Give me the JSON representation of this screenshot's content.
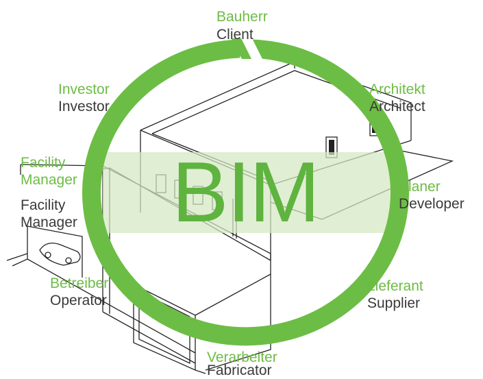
{
  "center_label": "BIM",
  "colors": {
    "ring": "#6cbd45",
    "german_text": "#6dbb45",
    "english_text": "#3a3a3a",
    "band": "#d9ebcb",
    "drawing": "#222222"
  },
  "roles": [
    {
      "id": "client",
      "de": "Bauherr",
      "en": "Client"
    },
    {
      "id": "architect",
      "de": "Architekt",
      "en": "Architect"
    },
    {
      "id": "developer",
      "de": "Planer",
      "en": "Developer"
    },
    {
      "id": "supplier",
      "de": "Lieferant",
      "en": "Supplier"
    },
    {
      "id": "fabricator",
      "de": "Verarbeiter",
      "en": "Fabricator"
    },
    {
      "id": "operator",
      "de": "Betreiber",
      "en": "Operator"
    },
    {
      "id": "facility",
      "de": "Facility Manager",
      "en": "Facility Manager"
    },
    {
      "id": "investor",
      "de": "Investor",
      "en": "Investor"
    }
  ]
}
